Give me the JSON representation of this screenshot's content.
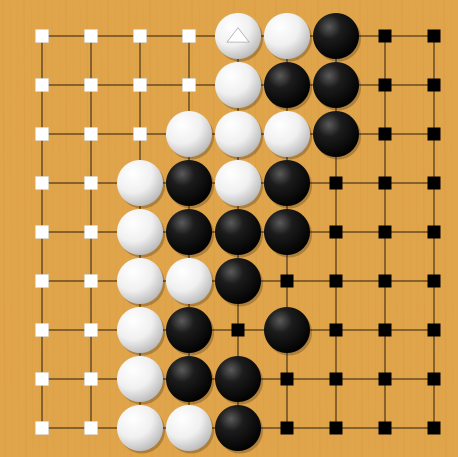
{
  "board": {
    "name": "go-board",
    "size": 9,
    "colors": {
      "board": "#e0a54b",
      "grain": "#d89a3e",
      "line": "#2b1d0e",
      "black_stone": "#111111",
      "white_stone": "#f4f4f4",
      "white_territory": "#ffffff",
      "black_territory": "#000000",
      "last_move_marker": "#ffffff"
    },
    "stones": [
      {
        "row": 0,
        "col": 4,
        "color": "white",
        "last_move": true
      },
      {
        "row": 0,
        "col": 5,
        "color": "white"
      },
      {
        "row": 0,
        "col": 6,
        "color": "black"
      },
      {
        "row": 1,
        "col": 4,
        "color": "white"
      },
      {
        "row": 1,
        "col": 5,
        "color": "black"
      },
      {
        "row": 1,
        "col": 6,
        "color": "black"
      },
      {
        "row": 2,
        "col": 3,
        "color": "white"
      },
      {
        "row": 2,
        "col": 4,
        "color": "white"
      },
      {
        "row": 2,
        "col": 5,
        "color": "white"
      },
      {
        "row": 2,
        "col": 6,
        "color": "black"
      },
      {
        "row": 3,
        "col": 2,
        "color": "white"
      },
      {
        "row": 3,
        "col": 3,
        "color": "black"
      },
      {
        "row": 3,
        "col": 4,
        "color": "white"
      },
      {
        "row": 3,
        "col": 5,
        "color": "black"
      },
      {
        "row": 4,
        "col": 2,
        "color": "white"
      },
      {
        "row": 4,
        "col": 3,
        "color": "black"
      },
      {
        "row": 4,
        "col": 4,
        "color": "black"
      },
      {
        "row": 4,
        "col": 5,
        "color": "black"
      },
      {
        "row": 5,
        "col": 2,
        "color": "white"
      },
      {
        "row": 5,
        "col": 3,
        "color": "white"
      },
      {
        "row": 5,
        "col": 4,
        "color": "black"
      },
      {
        "row": 6,
        "col": 2,
        "color": "white"
      },
      {
        "row": 6,
        "col": 3,
        "color": "black"
      },
      {
        "row": 6,
        "col": 5,
        "color": "black"
      },
      {
        "row": 7,
        "col": 2,
        "color": "white"
      },
      {
        "row": 7,
        "col": 3,
        "color": "black"
      },
      {
        "row": 7,
        "col": 4,
        "color": "black"
      },
      {
        "row": 8,
        "col": 2,
        "color": "white"
      },
      {
        "row": 8,
        "col": 3,
        "color": "white"
      },
      {
        "row": 8,
        "col": 4,
        "color": "black"
      }
    ],
    "territory": {
      "white": [
        [
          0,
          0
        ],
        [
          0,
          1
        ],
        [
          0,
          2
        ],
        [
          0,
          3
        ],
        [
          1,
          0
        ],
        [
          1,
          1
        ],
        [
          1,
          2
        ],
        [
          1,
          3
        ],
        [
          2,
          0
        ],
        [
          2,
          1
        ],
        [
          2,
          2
        ],
        [
          3,
          0
        ],
        [
          3,
          1
        ],
        [
          4,
          0
        ],
        [
          4,
          1
        ],
        [
          5,
          0
        ],
        [
          5,
          1
        ],
        [
          6,
          0
        ],
        [
          6,
          1
        ],
        [
          7,
          0
        ],
        [
          7,
          1
        ],
        [
          8,
          0
        ],
        [
          8,
          1
        ]
      ],
      "black": [
        [
          0,
          7
        ],
        [
          0,
          8
        ],
        [
          1,
          7
        ],
        [
          1,
          8
        ],
        [
          2,
          7
        ],
        [
          2,
          8
        ],
        [
          3,
          6
        ],
        [
          3,
          7
        ],
        [
          3,
          8
        ],
        [
          4,
          6
        ],
        [
          4,
          7
        ],
        [
          4,
          8
        ],
        [
          5,
          5
        ],
        [
          5,
          6
        ],
        [
          5,
          7
        ],
        [
          5,
          8
        ],
        [
          6,
          4
        ],
        [
          6,
          6
        ],
        [
          6,
          7
        ],
        [
          6,
          8
        ],
        [
          7,
          5
        ],
        [
          7,
          6
        ],
        [
          7,
          7
        ],
        [
          7,
          8
        ],
        [
          8,
          5
        ],
        [
          8,
          6
        ],
        [
          8,
          7
        ],
        [
          8,
          8
        ]
      ]
    }
  }
}
